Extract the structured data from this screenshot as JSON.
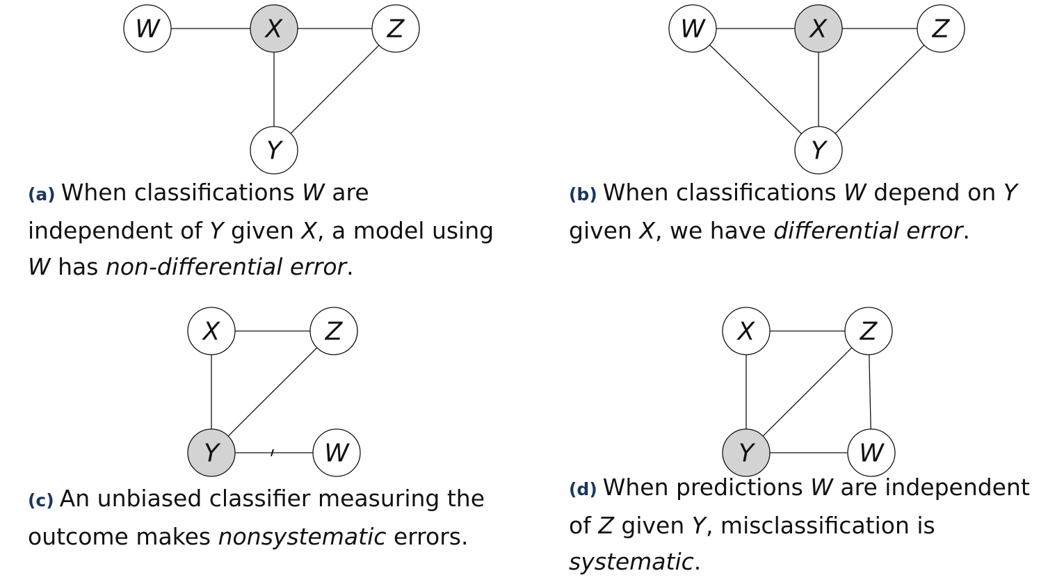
{
  "colors": {
    "observed_node_fill": "#d3d3d3",
    "node_fill": "#ffffff",
    "tag_color": "#1c355e"
  },
  "panels": [
    {
      "id": "a",
      "nodes": [
        {
          "id": "W",
          "label": "W",
          "shaded": false
        },
        {
          "id": "X",
          "label": "X",
          "shaded": true
        },
        {
          "id": "Z",
          "label": "Z",
          "shaded": false
        },
        {
          "id": "Y",
          "label": "Y",
          "shaded": false
        }
      ],
      "edges": [
        [
          "W",
          "X"
        ],
        [
          "X",
          "Z"
        ],
        [
          "X",
          "Y"
        ],
        [
          "Z",
          "Y"
        ]
      ],
      "caption": {
        "tag": "(a)",
        "lines": [
          [
            {
              "t": "When classifications "
            },
            {
              "t": "W",
              "i": true
            },
            {
              "t": " are"
            }
          ],
          [
            {
              "t": "independent of "
            },
            {
              "t": "Y",
              "i": true
            },
            {
              "t": " given "
            },
            {
              "t": "X",
              "i": true
            },
            {
              "t": ", a model using"
            }
          ],
          [
            {
              "t": "W",
              "i": true
            },
            {
              "t": " has "
            },
            {
              "t": "non-differential error",
              "i": true
            },
            {
              "t": "."
            }
          ]
        ]
      }
    },
    {
      "id": "b",
      "nodes": [
        {
          "id": "W",
          "label": "W",
          "shaded": false
        },
        {
          "id": "X",
          "label": "X",
          "shaded": true
        },
        {
          "id": "Z",
          "label": "Z",
          "shaded": false
        },
        {
          "id": "Y",
          "label": "Y",
          "shaded": false
        }
      ],
      "edges": [
        [
          "W",
          "X"
        ],
        [
          "X",
          "Z"
        ],
        [
          "W",
          "Y"
        ],
        [
          "X",
          "Y"
        ],
        [
          "Z",
          "Y"
        ]
      ],
      "caption": {
        "tag": "(b)",
        "lines": [
          [
            {
              "t": "When classifications "
            },
            {
              "t": "W",
              "i": true
            },
            {
              "t": " depend on "
            },
            {
              "t": "Y",
              "i": true
            }
          ],
          [
            {
              "t": "given "
            },
            {
              "t": "X",
              "i": true
            },
            {
              "t": ", we have "
            },
            {
              "t": "differential error",
              "i": true
            },
            {
              "t": "."
            }
          ]
        ]
      }
    },
    {
      "id": "c",
      "nodes": [
        {
          "id": "X",
          "label": "X",
          "shaded": false
        },
        {
          "id": "Z",
          "label": "Z",
          "shaded": false
        },
        {
          "id": "Y",
          "label": "Y",
          "shaded": true
        },
        {
          "id": "W",
          "label": "W",
          "shaded": false
        }
      ],
      "edges": [
        [
          "X",
          "Z"
        ],
        [
          "X",
          "Y"
        ],
        [
          "Z",
          "Y"
        ],
        [
          "Y",
          "W"
        ]
      ],
      "caption": {
        "tag": "(c)",
        "lines": [
          [
            {
              "t": "An unbiased classifier measuring the"
            }
          ],
          [
            {
              "t": "outcome makes "
            },
            {
              "t": "nonsystematic",
              "i": true
            },
            {
              "t": " errors."
            }
          ]
        ]
      }
    },
    {
      "id": "d",
      "nodes": [
        {
          "id": "X",
          "label": "X",
          "shaded": false
        },
        {
          "id": "Z",
          "label": "Z",
          "shaded": false
        },
        {
          "id": "Y",
          "label": "Y",
          "shaded": true
        },
        {
          "id": "W",
          "label": "W",
          "shaded": false
        }
      ],
      "edges": [
        [
          "X",
          "Z"
        ],
        [
          "X",
          "Y"
        ],
        [
          "Z",
          "Y"
        ],
        [
          "Z",
          "W"
        ],
        [
          "Y",
          "W"
        ]
      ],
      "caption": {
        "tag": "(d)",
        "lines": [
          [
            {
              "t": "When predictions "
            },
            {
              "t": "W",
              "i": true
            },
            {
              "t": " are independent"
            }
          ],
          [
            {
              "t": "of "
            },
            {
              "t": "Z",
              "i": true
            },
            {
              "t": " given "
            },
            {
              "t": "Y",
              "i": true
            },
            {
              "t": ", misclassification is"
            }
          ],
          [
            {
              "t": "systematic",
              "i": true
            },
            {
              "t": "."
            }
          ]
        ]
      }
    }
  ]
}
